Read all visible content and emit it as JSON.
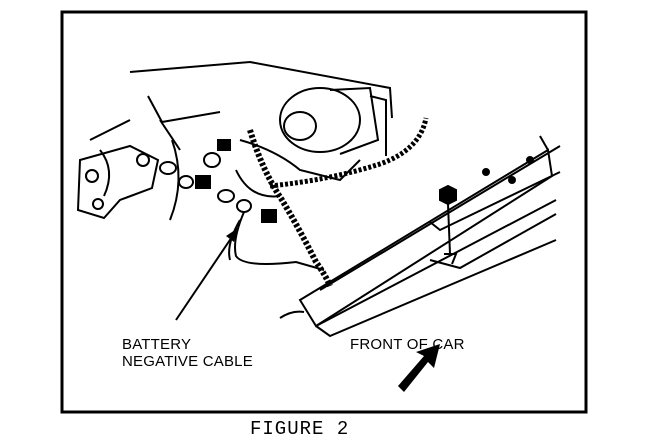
{
  "labels": {
    "battery_line1": "BATTERY",
    "battery_line2": "NEGATIVE CABLE",
    "front_of_car": "FRONT OF CAR"
  },
  "caption": "FIGURE 2"
}
